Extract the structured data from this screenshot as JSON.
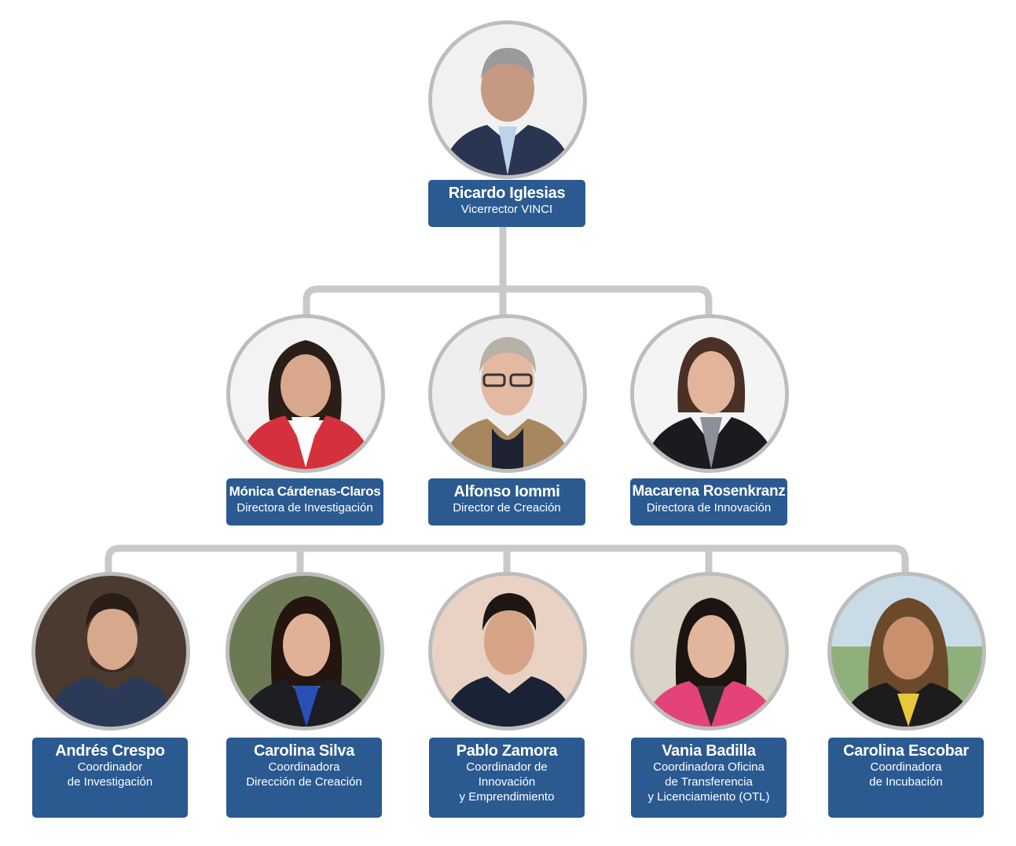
{
  "colors": {
    "card_background": "#2b5a91",
    "card_text": "#ffffff",
    "connector": "#c9c9c9",
    "photo_ring": "#bdbdbd"
  },
  "root": {
    "name": "Ricardo Iglesias",
    "role": "Vicerrector VINCI",
    "photo_icon": "person-photo"
  },
  "directors": [
    {
      "name": "Mónica Cárdenas-Claros",
      "role": "Directora de Investigación",
      "photo_icon": "person-photo"
    },
    {
      "name": "Alfonso Iommi",
      "role": "Director de Creación",
      "photo_icon": "person-photo"
    },
    {
      "name": "Macarena Rosenkranz",
      "role": "Directora de Innovación",
      "photo_icon": "person-photo"
    }
  ],
  "coordinators": [
    {
      "name": "Andrés Crespo",
      "role": "Coordinador\nde Investigación",
      "photo_icon": "person-photo"
    },
    {
      "name": "Carolina Silva",
      "role": "Coordinadora\nDirección de Creación",
      "photo_icon": "person-photo"
    },
    {
      "name": "Pablo Zamora",
      "role": "Coordinador de\nInnovación\ny Emprendimiento",
      "photo_icon": "person-photo"
    },
    {
      "name": "Vania Badilla",
      "role": "Coordinadora Oficina\nde Transferencia\ny Licenciamiento (OTL)",
      "photo_icon": "person-photo"
    },
    {
      "name": "Carolina Escobar",
      "role": "Coordinadora\nde Incubación",
      "photo_icon": "person-photo"
    }
  ]
}
